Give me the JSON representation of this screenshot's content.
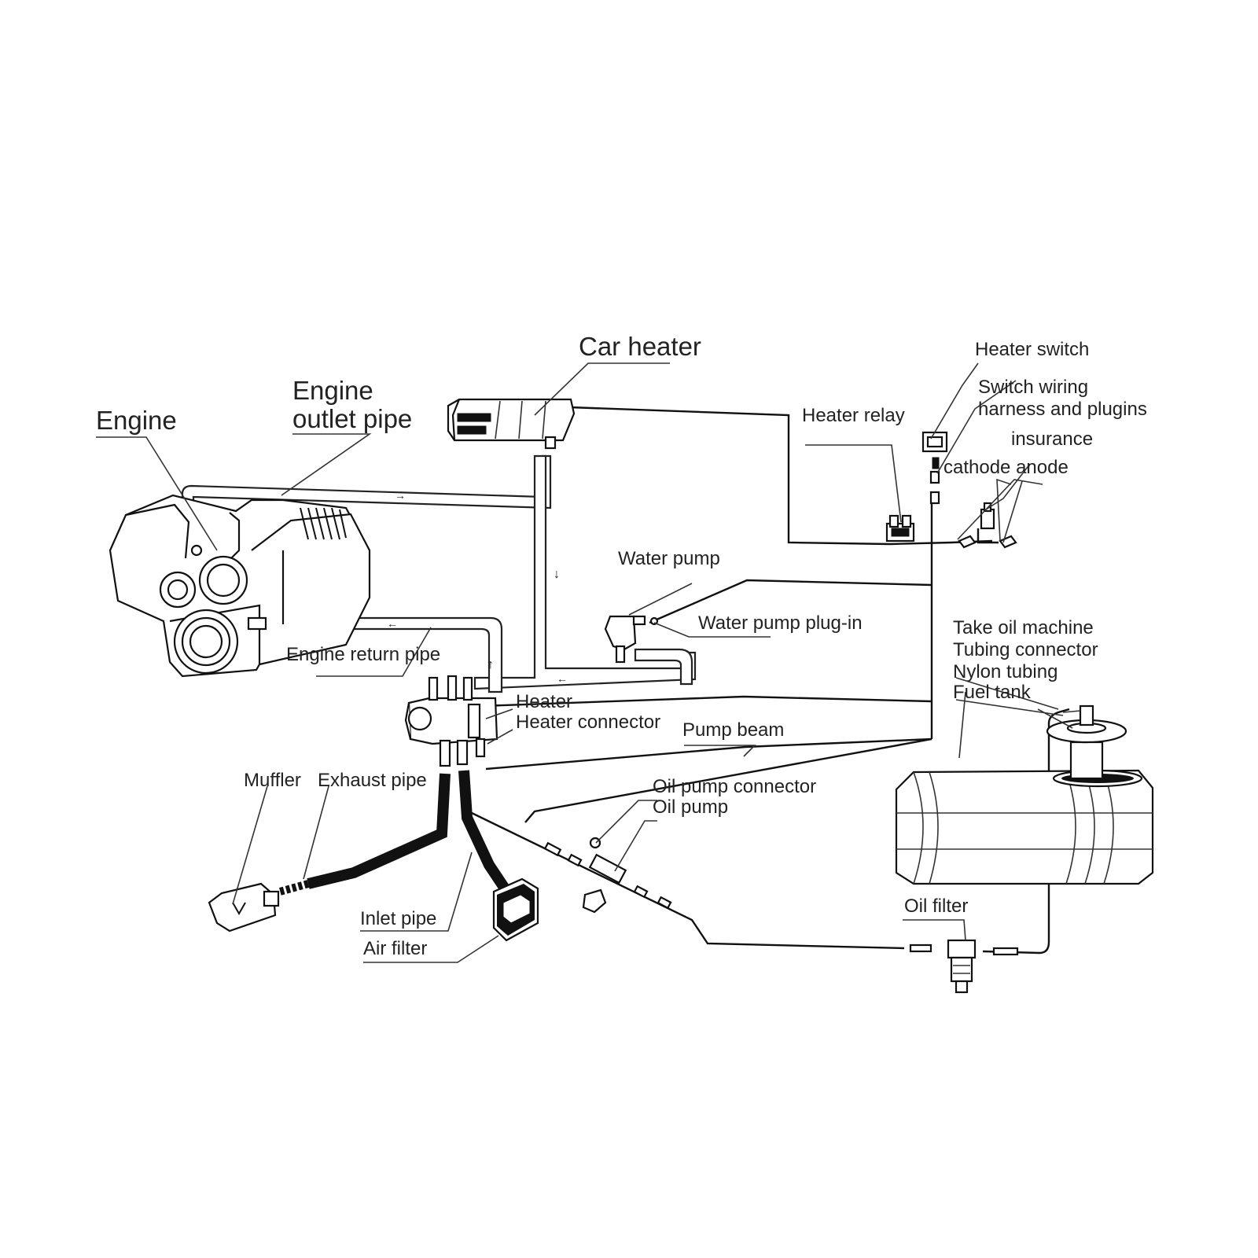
{
  "labels": {
    "car_heater": "Car heater",
    "engine": "Engine",
    "engine_outlet_1": "Engine",
    "engine_outlet_2": "outlet pipe",
    "heater_switch": "Heater switch",
    "switch_wiring_1": "Switch wiring",
    "switch_wiring_2": "harness and plugins",
    "heater_relay": "Heater relay",
    "insurance": "insurance",
    "cathode_anode": "cathode anode",
    "water_pump": "Water pump",
    "water_pump_plugin": "Water pump plug-in",
    "engine_return_pipe": "Engine return pipe",
    "take_oil_machine": "Take oil machine",
    "tubing_connector": "Tubing connector",
    "nylon_tubing": "Nylon tubing",
    "fuel_tank": "Fuel tank",
    "heater": "Heater",
    "heater_connector": "Heater connector",
    "pump_beam": "Pump beam",
    "muffler": "Muffler",
    "exhaust_pipe": "Exhaust pipe",
    "oil_pump_connector": "Oil pump connector",
    "oil_pump": "Oil pump",
    "inlet_pipe": "Inlet pipe",
    "air_filter": "Air filter",
    "oil_filter": "Oil filter"
  }
}
